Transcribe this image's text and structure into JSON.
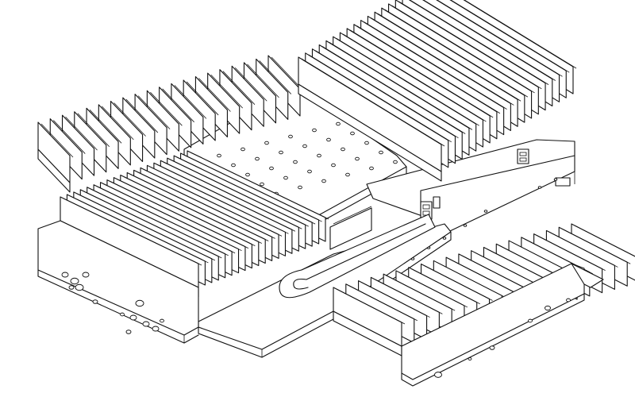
{
  "drawing": {
    "colors": {
      "background": "#ffffff",
      "line": "#111111"
    },
    "assembly": {
      "base_plate": "mounting-plate",
      "heatsinks": [
        "heatsink-top-left",
        "heatsink-top-right",
        "heatsink-bottom-left",
        "heatsink-bottom-right"
      ],
      "center_module": "u-bend-tube-module"
    }
  }
}
